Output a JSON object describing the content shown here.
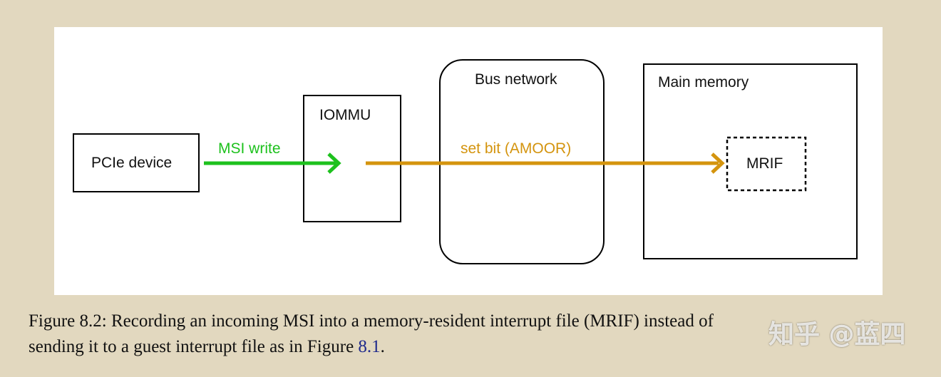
{
  "diagram": {
    "nodes": {
      "pcie": "PCIe device",
      "iommu": "IOMMU",
      "bus": "Bus network",
      "memory": "Main memory",
      "mrif": "MRIF"
    },
    "edges": {
      "msi_write": "MSI write",
      "set_bit": "set bit (AMOOR)"
    },
    "colors": {
      "msi_arrow": "#1dc11d",
      "setbit_arrow": "#d4940e"
    }
  },
  "caption": {
    "prefix": "Figure 8.2:",
    "line1": "Recording an incoming MSI into a memory-resident interrupt file (MRIF) instead of",
    "line2": "sending it to a guest interrupt file as in Figure",
    "ref": "8.1",
    "end": "."
  },
  "watermark": "知乎 @蓝四"
}
